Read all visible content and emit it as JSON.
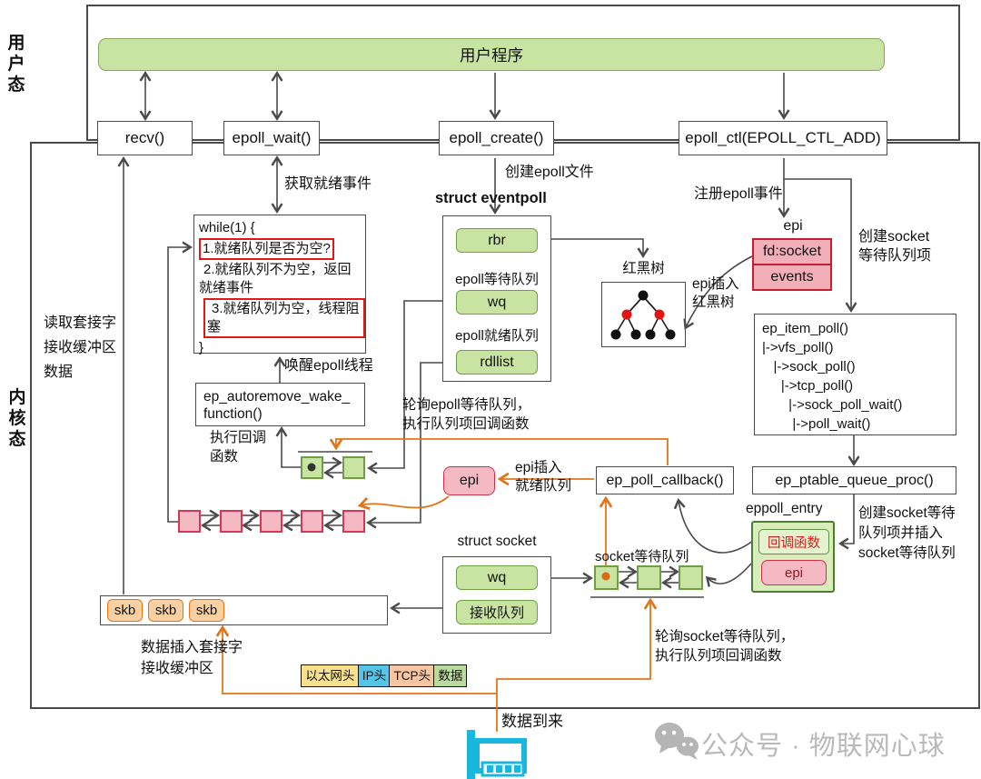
{
  "regions": {
    "user_mode": "用\n户\n态",
    "kernel_mode": "内\n核\n态"
  },
  "user_program": {
    "label": "用户程序"
  },
  "syscalls": {
    "recv": "recv()",
    "epoll_wait": "epoll_wait()",
    "epoll_create": "epoll_create()",
    "epoll_ctl": "epoll_ctl(EPOLL_CTL_ADD)"
  },
  "while_block": {
    "open": "while(1) {",
    "step1": "1.就绪队列是否为空?",
    "step2": "2.就绪队列不为空，返回就绪事件",
    "step3": "3.就绪队列为空，线程阻塞",
    "close": "}"
  },
  "eventpoll": {
    "title": "struct eventpoll",
    "rbr": "rbr",
    "wait_queue_label": "epoll等待队列",
    "wq": "wq",
    "ready_queue_label": "epoll就绪队列",
    "rdllist": "rdllist"
  },
  "rbtree": {
    "label": "红黑树",
    "node_colors": [
      "black",
      "red",
      "red",
      "black",
      "black",
      "black",
      "black"
    ]
  },
  "epi_struct": {
    "label": "epi",
    "fd": "fd:socket",
    "events": "events"
  },
  "ep_item_poll": {
    "code": "ep_item_poll()\n|->vfs_poll()\n   |->sock_poll()\n     |->tcp_poll()\n       |->sock_poll_wait()\n        |->poll_wait()"
  },
  "ep_ptable_queue_proc": {
    "label": "ep_ptable_queue_proc()"
  },
  "ep_poll_callback": {
    "label": "ep_poll_callback()"
  },
  "ep_autoremove": {
    "code": "ep_autoremove_wake_\nfunction()"
  },
  "eppoll_entry": {
    "title": "eppoll_entry",
    "callback": "回调函数",
    "epi": "epi"
  },
  "ready_epi": {
    "label": "epi"
  },
  "socket_struct": {
    "title": "struct socket",
    "wq": "wq",
    "recv_queue": "接收队列"
  },
  "socket_wait_queue": {
    "label": "socket等待队列"
  },
  "skb": {
    "items": [
      "skb",
      "skb",
      "skb"
    ]
  },
  "packet": {
    "segments": [
      {
        "label": "以太网头",
        "color": "#f7e18d"
      },
      {
        "label": "IP头",
        "color": "#55c4e9"
      },
      {
        "label": "TCP头",
        "color": "#f6c5a3"
      },
      {
        "label": "数据",
        "color": "#bada9f"
      }
    ]
  },
  "annotations": {
    "get_ready_events": "获取就绪事件",
    "create_epoll_file": "创建epoll文件",
    "register_epoll_event": "注册epoll事件",
    "create_socket_wait_item": "创建socket\n等待队列项",
    "epi_insert_rbtree": "epi插入\n红黑树",
    "wake_epoll_thread": "唤醒epoll线程",
    "exec_callback": "执行回调\n函数",
    "poll_epoll_wait_queue": "轮询epoll等待队列，\n执行队列项回调函数",
    "epi_insert_ready_queue": "epi插入\n就绪队列",
    "create_socket_wait_insert": "创建socket等待\n队列项并插入\nsocket等待队列",
    "read_socket_buffer": "读取套接字\n接收缓冲区\n数据",
    "insert_socket_buffer": "数据插入套接字\n接收缓冲区",
    "poll_socket_wait_queue": "轮询socket等待队列，\n执行队列项回调函数",
    "data_arrives": "数据到来"
  },
  "watermark": {
    "label": "公众号 · 物联网心球"
  },
  "colors": {
    "green_fill": "#c9e3a2",
    "green_border": "#6f9f45",
    "pink_fill": "#f4b9c3",
    "pink_border": "#d63853",
    "red_highlight": "#e01818",
    "orange": "#e0761a",
    "line": "#4a4a4a",
    "nic_cyan": "#19b7dd",
    "watermark_gray": "#b9b9b9"
  }
}
